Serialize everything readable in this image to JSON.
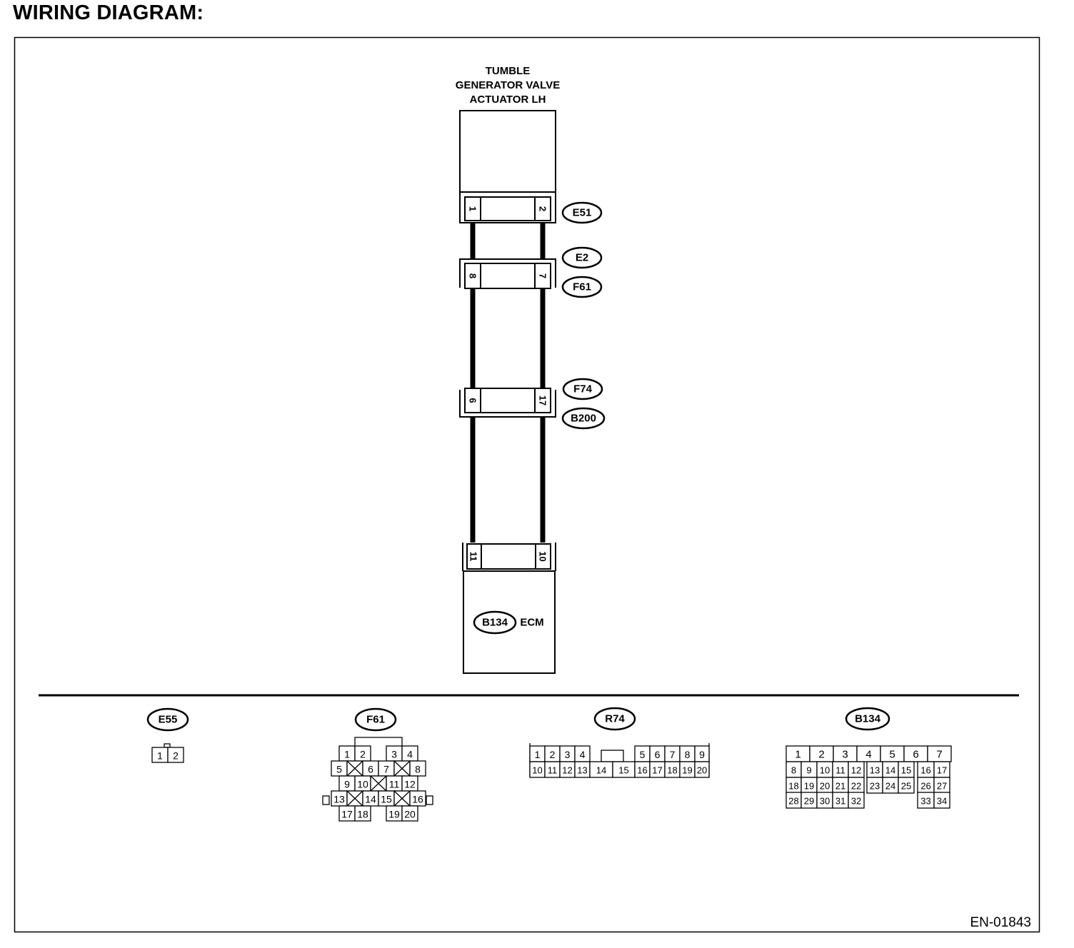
{
  "header": {
    "title": "WIRING DIAGRAM:"
  },
  "actuator": {
    "title_lines": [
      "TUMBLE",
      "GENERATOR VALVE",
      "ACTUATOR LH"
    ]
  },
  "upper_connectors": [
    {
      "id": "e51",
      "label": "E51",
      "pins": [
        "1",
        "2"
      ]
    },
    {
      "id": "e2f61",
      "labels": [
        "E2",
        "F61"
      ],
      "pins": [
        "8",
        "7"
      ]
    },
    {
      "id": "f74b200",
      "labels": [
        "F74",
        "B200"
      ],
      "pins": [
        "6",
        "17"
      ]
    }
  ],
  "ecm": {
    "label": "ECM",
    "connector": "B134",
    "pins": [
      "11",
      "10"
    ]
  },
  "views": {
    "e55": {
      "label": "E55",
      "pins": [
        "1",
        "2"
      ]
    },
    "f61": {
      "label": "F61",
      "rows": [
        [
          "1",
          "2",
          "3",
          "4"
        ],
        [
          "5",
          "6",
          "7",
          "8"
        ],
        [
          "9",
          "10",
          "11",
          "12"
        ],
        [
          "13",
          "14",
          "15",
          "16"
        ],
        [
          "17",
          "18",
          "19",
          "20"
        ]
      ]
    },
    "r74": {
      "label": "R74",
      "rows": [
        [
          "1",
          "2",
          "3",
          "4",
          "5",
          "6",
          "7",
          "8",
          "9"
        ],
        [
          "10",
          "11",
          "12",
          "13",
          "14",
          "15",
          "16",
          "17",
          "18",
          "19",
          "20"
        ]
      ]
    },
    "b134": {
      "label": "B134",
      "rows": [
        [
          "1",
          "2",
          "3",
          "4",
          "5",
          "6",
          "7"
        ],
        [
          "8",
          "9",
          "10",
          "11",
          "12",
          "13",
          "14",
          "15",
          "16",
          "17"
        ],
        [
          "18",
          "19",
          "20",
          "21",
          "22",
          "23",
          "24",
          "25",
          "26",
          "27"
        ],
        [
          "28",
          "29",
          "30",
          "31",
          "32",
          "33",
          "34"
        ]
      ]
    }
  },
  "footer": {
    "code": "EN-01843"
  }
}
